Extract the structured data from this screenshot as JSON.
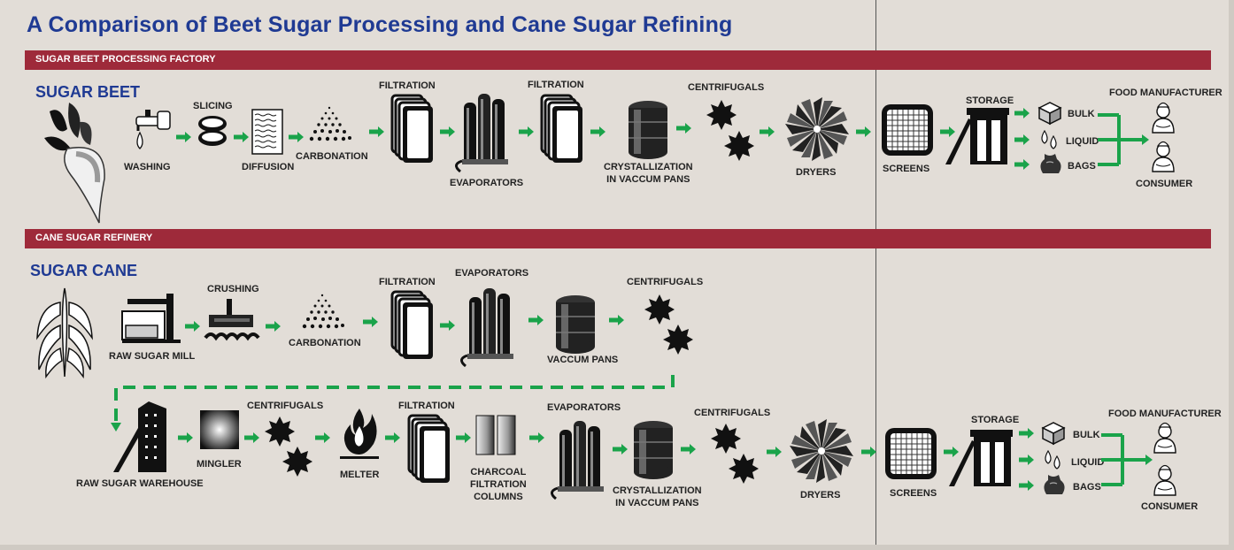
{
  "title": "A Comparison of Beet Sugar Processing and Cane Sugar Refining",
  "beet": {
    "header": "SUGAR BEET PROCESSING FACTORY",
    "section": "SUGAR BEET",
    "washing": "WASHING",
    "slicing": "SLICING",
    "diffusion": "DIFFUSION",
    "carbonation": "CARBONATION",
    "filtration1": "FILTRATION",
    "evaporators": "EVAPORATORS",
    "filtration2": "FILTRATION",
    "crystallization1": "CRYSTALLIZATION",
    "crystallization2": "IN VACCUM PANS",
    "centrifugals": "CENTRIFUGALS",
    "dryers": "DRYERS",
    "screens": "SCREENS",
    "storage": "STORAGE",
    "bulk": "BULK",
    "liquid": "LIQUID",
    "bags": "BAGS",
    "food_manufacturer": "FOOD MANUFACTURER",
    "consumer": "CONSUMER"
  },
  "cane": {
    "header": "CANE SUGAR REFINERY",
    "section": "SUGAR CANE",
    "raw_sugar_mill": "RAW SUGAR MILL",
    "crushing": "CRUSHING",
    "carbonation": "CARBONATION",
    "filtration1": "FILTRATION",
    "evaporators1": "EVAPORATORS",
    "vaccum_pans": "VACCUM PANS",
    "centrifugals1": "CENTRIFUGALS",
    "raw_sugar_warehouse": "RAW SUGAR WAREHOUSE",
    "mingler": "MINGLER",
    "centrifugals2": "CENTRIFUGALS",
    "melter": "MELTER",
    "filtration2": "FILTRATION",
    "charcoal1": "CHARCOAL",
    "charcoal2": "FILTRATION",
    "charcoal3": "COLUMNS",
    "evaporators2": "EVAPORATORS",
    "crystallization1": "CRYSTALLIZATION",
    "crystallization2": "IN VACCUM PANS",
    "centrifugals3": "CENTRIFUGALS",
    "dryers": "DRYERS",
    "screens": "SCREENS",
    "storage": "STORAGE",
    "bulk": "BULK",
    "liquid": "LIQUID",
    "bags": "BAGS",
    "food_manufacturer": "FOOD MANUFACTURER",
    "consumer": "CONSUMER"
  },
  "colors": {
    "title": "#1f3a93",
    "bar": "#9e2a3a",
    "arrow": "#1aa34a"
  }
}
